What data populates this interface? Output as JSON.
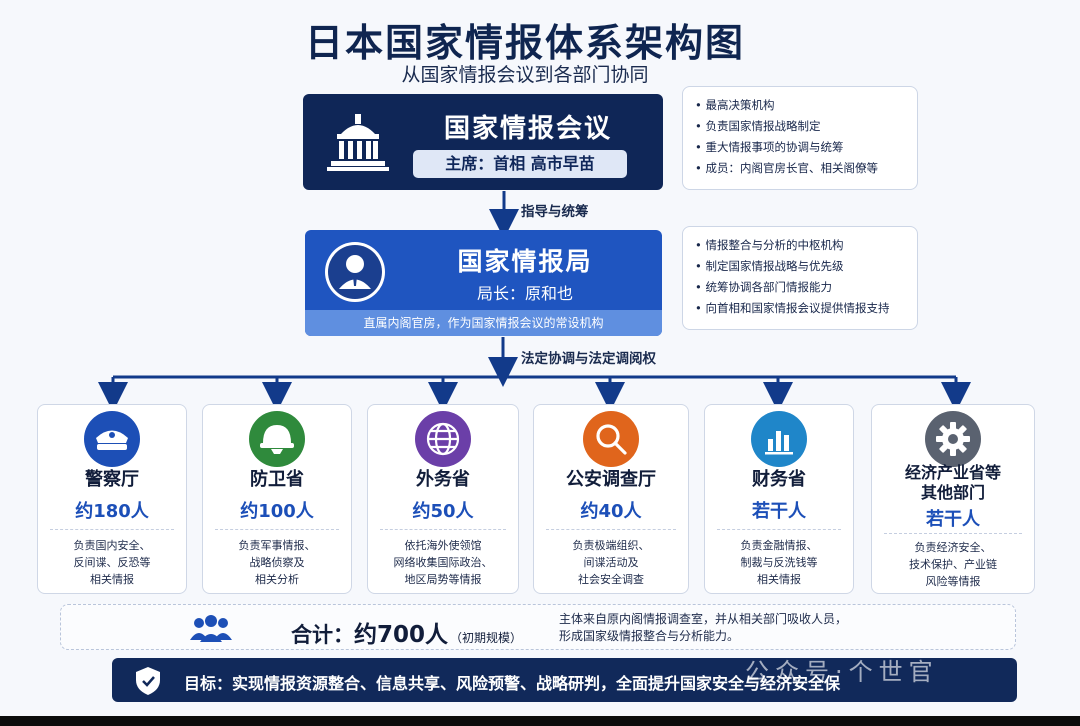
{
  "title": "日本国家情报体系架构图",
  "subtitle": "从国家情报会议到各部门协同",
  "council": {
    "name": "国家情报会议",
    "chair": "主席：首相 高市早苗",
    "notes": [
      "最高决策机构",
      "负责国家情报战略制定",
      "重大情报事项的协调与统筹",
      "成员：内阁官房长官、相关阁僚等"
    ]
  },
  "link1_label": "指导与统筹",
  "bureau": {
    "name": "国家情报局",
    "director": "局长：原和也",
    "footnote": "直属内阁官房，作为国家情报会议的常设机构",
    "notes": [
      "情报整合与分析的中枢机构",
      "制定国家情报战略与优先级",
      "统筹协调各部门情报能力",
      "向首相和国家情报会议提供情报支持"
    ]
  },
  "link2_label": "法定协调与法定调阅权",
  "ministries": [
    {
      "name": "警察厅",
      "count": "约180人",
      "desc": [
        "负责国内安全、",
        "反间谍、反恐等",
        "相关情报"
      ],
      "icon": "police-cap-icon",
      "color": "#1d4fb6"
    },
    {
      "name": "防卫省",
      "count": "约100人",
      "desc": [
        "负责军事情报、",
        "战略侦察及",
        "相关分析"
      ],
      "icon": "military-helmet-icon",
      "color": "#2f8a3c"
    },
    {
      "name": "外务省",
      "count": "约50人",
      "desc": [
        "依托海外使领馆",
        "网络收集国际政治、",
        "地区局势等情报"
      ],
      "icon": "globe-icon",
      "color": "#6b3fa8"
    },
    {
      "name": "公安调查厅",
      "count": "约40人",
      "desc": [
        "负责极端组织、",
        "间谍活动及",
        "社会安全调查"
      ],
      "icon": "magnifier-icon",
      "color": "#e0651c"
    },
    {
      "name": "财务省",
      "count": "若干人",
      "desc": [
        "负责金融情报、",
        "制裁与反洗钱等",
        "相关情报"
      ],
      "icon": "bar-chart-icon",
      "color": "#1f86c9"
    },
    {
      "name": "经济产业省等\n其他部门",
      "count": "若干人",
      "desc": [
        "负责经济安全、",
        "技术保护、产业链",
        "风险等情报"
      ],
      "icon": "gear-icon",
      "color": "#5a6270"
    }
  ],
  "total": {
    "label": "合计：",
    "value": "约700人",
    "qualifier": "（初期规模）",
    "note": [
      "主体来自原内阁情报调查室，并从相关部门吸收人员，",
      "形成国家级情报整合与分析能力。"
    ]
  },
  "goal": "目标：实现情报资源整合、信息共享、风险预警、战略研判，全面提升国家安全与经济安全保",
  "watermark": "公众号·个世官"
}
